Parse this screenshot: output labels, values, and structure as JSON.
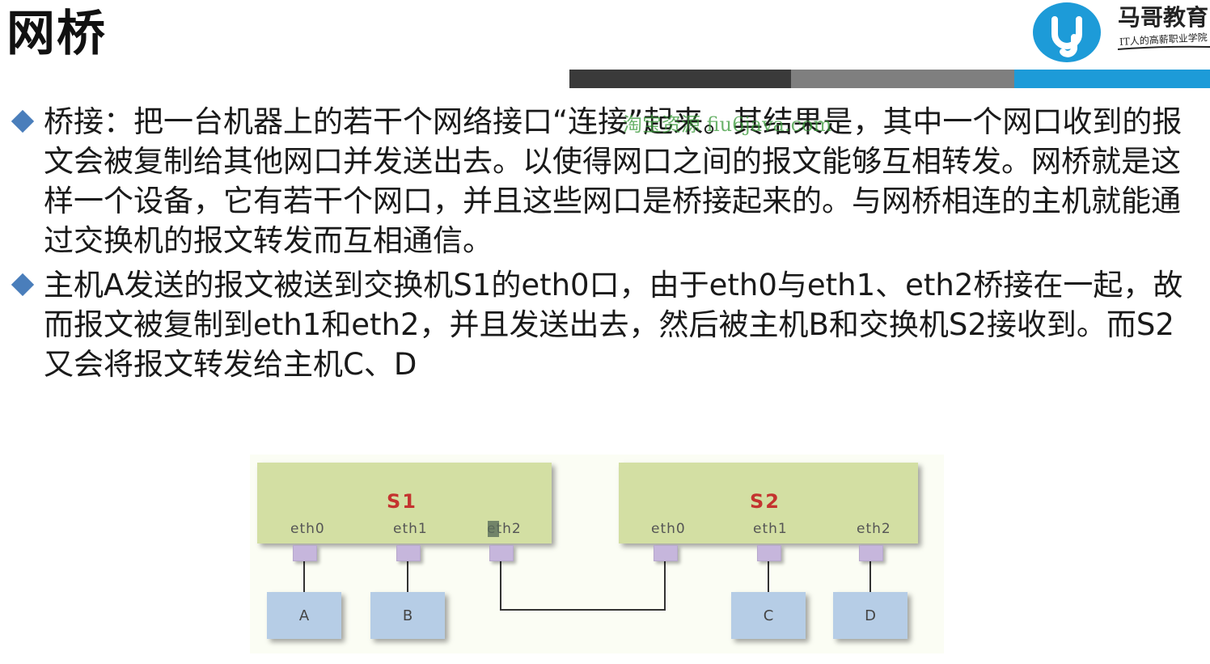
{
  "title": "网桥",
  "brand": {
    "name": "马哥教育",
    "tagline": "IT人的高薪职业学院"
  },
  "paragraphs": [
    "桥接：把一台机器上的若干个网络接口“连接”起来。其结果是，其中一个网口收到的报文会被复制给其他网口并发送出去。以使得网口之间的报文能够互相转发。网桥就是这样一个设备，它有若干个网口，并且这些网口是桥接起来的。与网桥相连的主机就能通过交换机的报文转发而互相通信。",
    "主机A发送的报文被送到交换机S1的eth0口，由于eth0与eth1、eth2桥接在一起，故而报文被复制到eth1和eth2，并且发送出去，然后被主机B和交换机S2接收到。而S2又会将报文转发给主机C、D"
  ],
  "watermark": "淘宝资源 fiu6java.com",
  "diagram": {
    "switches": [
      {
        "name": "S1",
        "ports": [
          "eth0",
          "eth1",
          "eth2"
        ]
      },
      {
        "name": "S2",
        "ports": [
          "eth0",
          "eth1",
          "eth2"
        ]
      }
    ],
    "hosts": [
      "A",
      "B",
      "C",
      "D"
    ]
  },
  "colors": {
    "bullet": "#4a7ebb",
    "switch_fill": "#d3dfa3",
    "switch_label": "#c4332f",
    "port_fill": "#c6b6dc",
    "host_fill": "#b6cde6",
    "accent_bar": "#1d9bd8"
  }
}
